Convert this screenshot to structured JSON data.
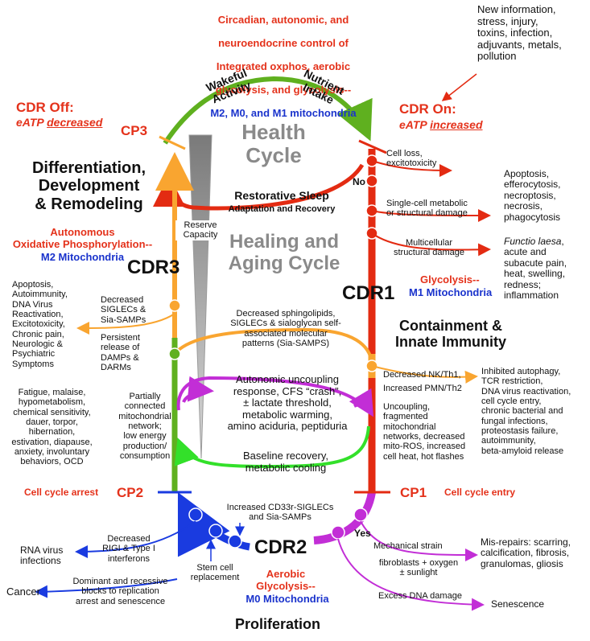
{
  "top_center": {
    "line1": "Circadian, autonomic, and",
    "line2": "neuroendocrine control of",
    "line3": "Integrated oxphos, aerobic",
    "line4": "glycolysis, and glycolysis--",
    "line5": "M2, M0, and M1 mitochondria"
  },
  "top_right_triggers": "New information,\nstress, injury,\ntoxins, infection,\nadjuvants, metals,\npollution",
  "cdr_off": {
    "title": "CDR Off:",
    "eatp_prefix": "eATP ",
    "eatp_word": "decreased"
  },
  "cdr_on": {
    "title": "CDR On:",
    "eatp_prefix": "eATP ",
    "eatp_word": "increased"
  },
  "checkpoints": {
    "cp1": "CP1",
    "cp2": "CP2",
    "cp3": "CP3"
  },
  "arc_labels": {
    "wakeful": "Wakeful\nActivity",
    "nutrient": "Nutrient\nIntake"
  },
  "cycles": {
    "health": "Health\nCycle",
    "healing": "Healing and\nAging Cycle"
  },
  "sleep": {
    "title": "Restorative Sleep",
    "sub": "Adaptation and Recovery"
  },
  "reserve_capacity": "Reserve\nCapacity",
  "stages": {
    "cdr1": "CDR1",
    "cdr2": "CDR2",
    "cdr3": "CDR3"
  },
  "left_top": {
    "heading": "Differentiation,\nDevelopment\n& Remodeling",
    "sub_red": "Autonomous\nOxidative Phosphorylation--",
    "sub_blue": "M2 Mitochondria"
  },
  "right_cdr1": {
    "glycolysis": "Glycolysis--",
    "mito": "M1 Mitochondria",
    "heading": "Containment &\nInnate Immunity"
  },
  "bottom": {
    "aerobic": "Aerobic\nGlycolysis--",
    "mito": "M0 Mitochondria",
    "proliferation": "Proliferation"
  },
  "cdr1_branches": {
    "cell_loss": "Cell loss,\nexcitotoxicity",
    "no": "No",
    "single_cell": "Single-cell metabolic\nor structural damage",
    "multicellular": "Multicellular\nstructural damage",
    "nk": "Decreased NK/Th1,",
    "pmn": "Increased PMN/Th2",
    "uncoupling": "Uncoupling,\nfragmented\nmitochondrial\nnetworks, decreased\nmito-ROS, increased\ncell heat, hot flashes"
  },
  "right_outcomes": {
    "apoptosis": "Apoptosis,\nefferocytosis,\nnecroptosis,\nnecrosis,\nphagocytosis",
    "functio_title": "Functio laesa",
    "functio_rest": ",\nacute and\nsubacute pain,\nheat, swelling,\nredness;\ninflammation",
    "inhibited": "Inhibited autophagy,\nTCR restriction,\nDNA virus reactivation,\ncell cycle entry,\nchronic bacterial and\nfungal infections,\nproteostasis failure,\nautoimmunity,\nbeta-amyloid release"
  },
  "center_texts": {
    "sphingo": "Decreased sphingolipids,\nSIGLECs & sialoglycan self-\nassociated molecular\npatterns (Sia-SAMPS)",
    "autonomic": "Autonomic uncoupling\nresponse, CFS “crash”,\n± lactate threshold,\nmetabolic warming,\namino aciduria, peptiduria",
    "baseline": "Baseline recovery,\nmetabolic cooling"
  },
  "cdr3_branches": {
    "siglecs": "Decreased\nSIGLECs &\nSia-SAMPs",
    "persistent": "Persistent\nrelease of\nDAMPs &\nDARMs",
    "partially": "Partially\nconnected\nmitochondrial\nnetwork;\nlow energy\nproduction/\nconsumption"
  },
  "left_outcomes": {
    "apoptosis": "Apoptosis,\nAutoimmunity,\nDNA Virus\nReactivation,\nExcitotoxicity,\nChronic pain,\nNeurologic &\nPsychiatric\nSymptoms",
    "fatigue": "Fatigue, malaise,\nhypometabolism,\nchemical sensitivity,\ndauer, torpor,\nhibernation,\nestivation, diapause,\nanxiety, involuntary\nbehaviors, OCD"
  },
  "cell_cycle": {
    "arrest": "Cell cycle arrest",
    "entry": "Cell cycle entry"
  },
  "cdr2_branches": {
    "cd33r": "Increased CD33r-SIGLECs\nand Sia-SAMPs",
    "rigi": "Decreased\nRIGI & Type I\ninterferons",
    "rna": "RNA virus\ninfections",
    "stem": "Stem  cell\nreplacement",
    "dominant": "Dominant and recessive\nblocks to replication\narrest and senescence",
    "cancer": "Cancer",
    "yes": "Yes",
    "mechanical": "Mechanical strain",
    "fibroblasts": "fibroblasts + oxygen\n± sunlight",
    "misrepairs": "Mis-repairs: scarring,\ncalcification, fibrosis,\ngranulomas, gliosis",
    "excess": "Excess DNA damage",
    "senescence": "Senescence"
  },
  "colors": {
    "green": "#5fb01f",
    "red": "#e32b12",
    "orange": "#f9a530",
    "blue": "#1a3be0",
    "magenta": "#c22ed6",
    "lime": "#33e02a",
    "label_red": "#e4321b",
    "label_blue": "#1a33cc"
  }
}
